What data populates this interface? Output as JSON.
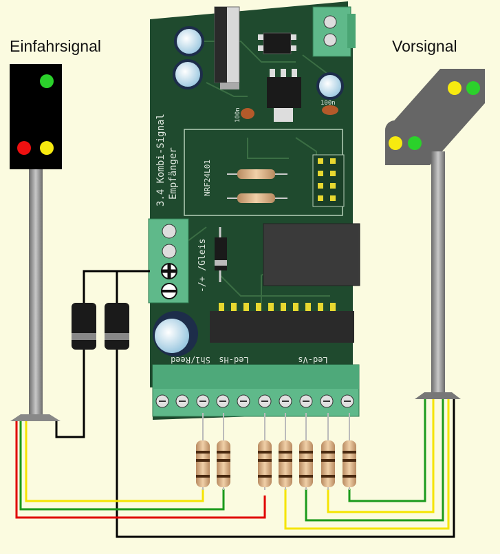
{
  "labels": {
    "entry_signal": "Einfahrsignal",
    "distant_signal": "Vorsignal"
  },
  "board": {
    "title": "3.4 Kombi-Signal",
    "subtitle": "Empfänger",
    "module_label": "NRF24L01",
    "track_label": "-/+ /Gleis",
    "reed_label": "Sh1/Reed",
    "led_hs_label": "Led-Hs",
    "led_vs_label": "Led-Vs",
    "cap_value_1": "100n",
    "cap_value_2": "100n"
  },
  "colors": {
    "pcb": "#1f4a2e",
    "terminal": "#5fb98a",
    "wire_red": "#e00000",
    "wire_green": "#1a9a1a",
    "wire_yellow": "#f5e400",
    "wire_black": "#000000",
    "background": "#fbfbe0"
  },
  "icons": [
    "terminal-screw-icon",
    "resistor-icon",
    "diode-icon",
    "capacitor-icon",
    "chip-icon"
  ]
}
